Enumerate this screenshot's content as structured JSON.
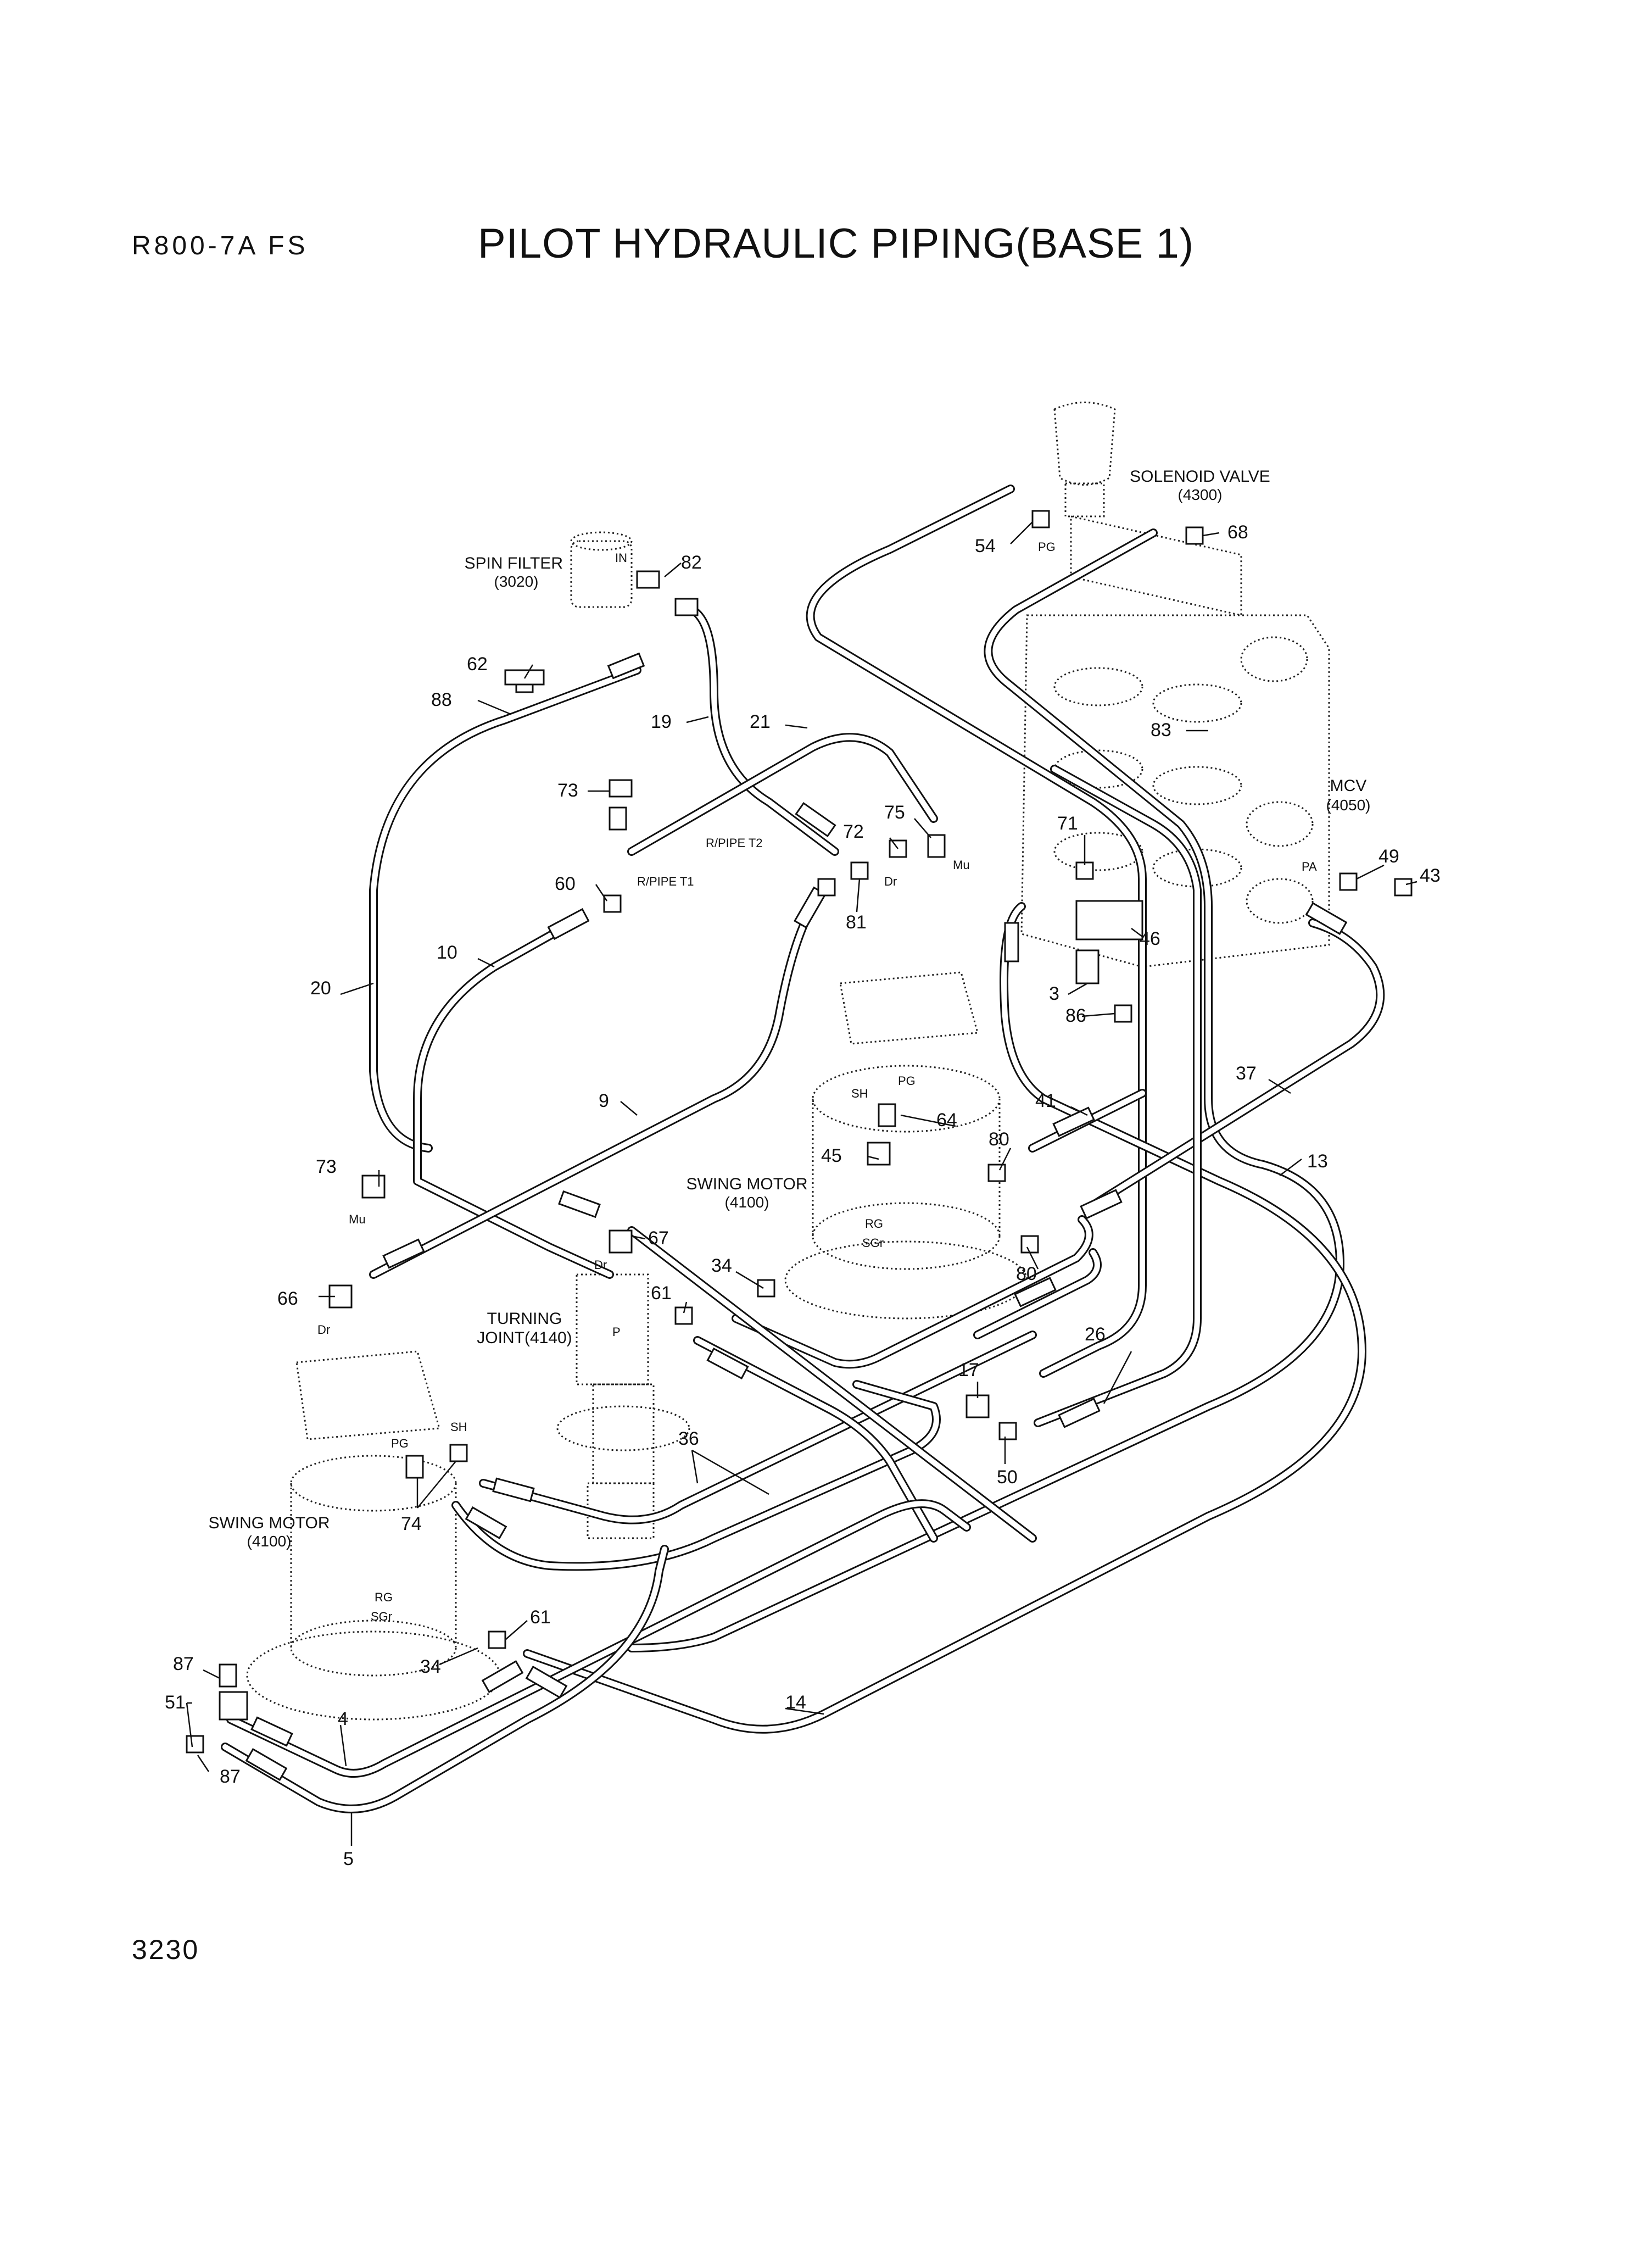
{
  "header": {
    "model": "R800-7A  FS",
    "title": "PILOT HYDRAULIC PIPING(BASE 1)"
  },
  "footer": {
    "page_number": "3230"
  },
  "components": [
    {
      "id": "spin_filter",
      "name": "SPIN FILTER",
      "code": "(3020)"
    },
    {
      "id": "solenoid_valve",
      "name": "SOLENOID VALVE",
      "code": "(4300)"
    },
    {
      "id": "mcv",
      "name": "MCV",
      "code": "(4050)"
    },
    {
      "id": "swing_motor_upper",
      "name": "SWING MOTOR",
      "code": "(4100)"
    },
    {
      "id": "swing_motor_lower",
      "name": "SWING MOTOR",
      "code": "(4100)"
    },
    {
      "id": "turning_joint",
      "name": "TURNING",
      "code": "JOINT(4140)"
    }
  ],
  "port_labels": [
    "IN",
    "PG",
    "R/PIPE T2",
    "R/PIPE T1",
    "Dr",
    "Mu",
    "PA",
    "SH",
    "RG",
    "SGr",
    "P"
  ],
  "callouts": [
    "54",
    "68",
    "82",
    "62",
    "88",
    "19",
    "21",
    "83",
    "73",
    "72",
    "75",
    "60",
    "81",
    "71",
    "49",
    "43",
    "46",
    "10",
    "20",
    "3",
    "86",
    "9",
    "37",
    "41",
    "64",
    "45",
    "80",
    "13",
    "73",
    "67",
    "34",
    "61",
    "80",
    "66",
    "17",
    "26",
    "50",
    "36",
    "74",
    "61",
    "34",
    "87",
    "51",
    "4",
    "14",
    "87",
    "5"
  ]
}
